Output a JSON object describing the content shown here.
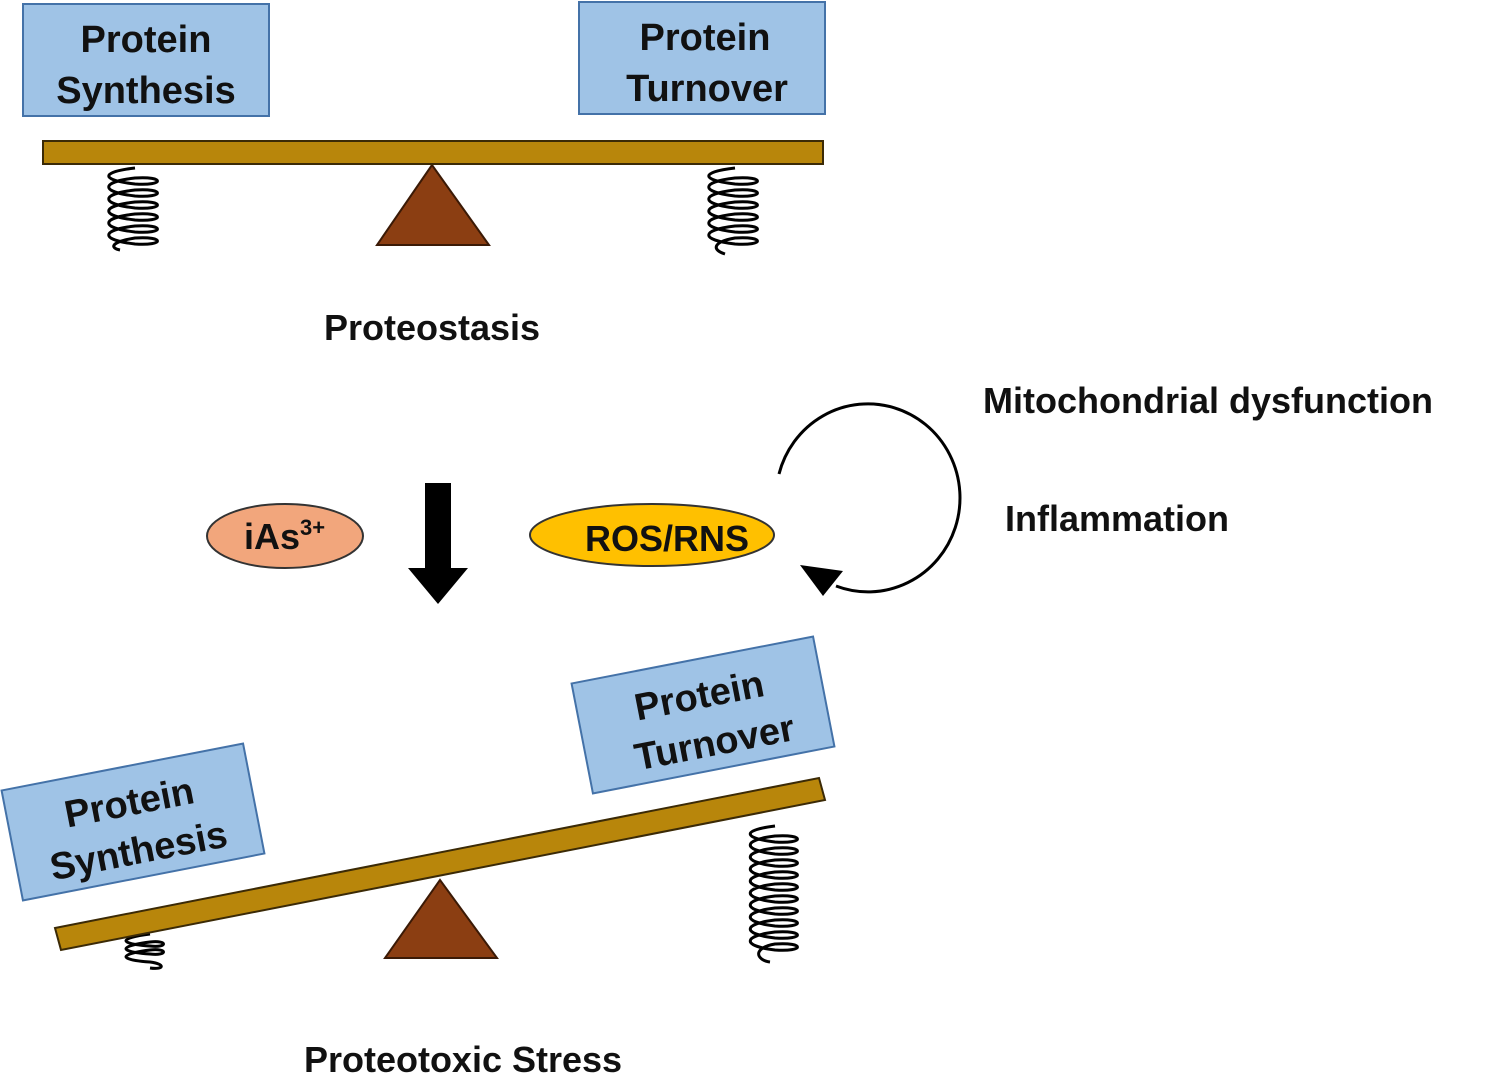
{
  "colors": {
    "box_fill": "#9fc3e6",
    "box_stroke": "#4472a8",
    "beam": "#b8860b",
    "fulcrum": "#8b3e12",
    "ias_fill": "#f2a67c",
    "ros_fill": "#ffc000",
    "text": "#111111"
  },
  "top_scale": {
    "left_box": {
      "line1": "Protein",
      "line2": "Synthesis"
    },
    "right_box": {
      "line1": "Protein",
      "line2": "Turnover"
    },
    "caption": "Proteostasis"
  },
  "middle": {
    "ias_base": "iAs",
    "ias_sup": "3+",
    "ros_label": "ROS/RNS",
    "cycle_label_1": "Mitochondrial dysfunction",
    "cycle_label_2": "Inflammation"
  },
  "bottom_scale": {
    "left_box": {
      "line1": "Protein",
      "line2": "Synthesis"
    },
    "right_box": {
      "line1": "Protein",
      "line2": "Turnover"
    },
    "caption": "Proteotoxic Stress"
  }
}
